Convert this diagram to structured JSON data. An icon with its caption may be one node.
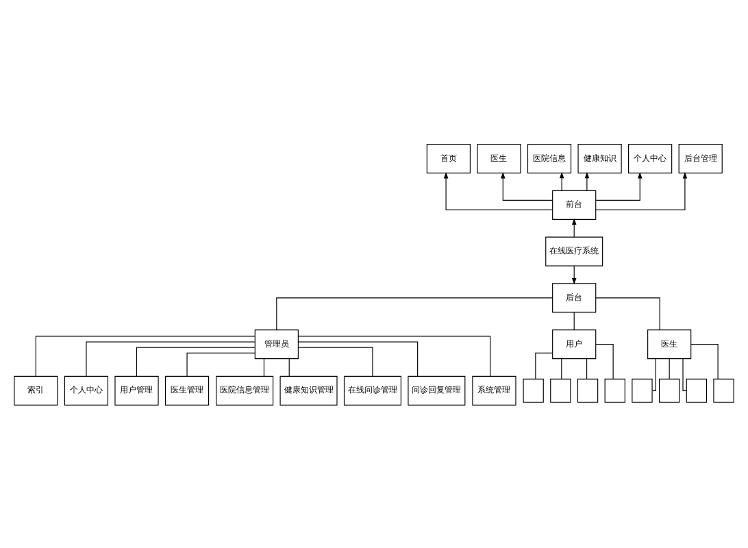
{
  "diagram": {
    "nodes": [
      {
        "text": [
          "首页"
        ]
      },
      {
        "text": [
          "医生"
        ]
      },
      {
        "text": [
          "医院信息"
        ]
      },
      {
        "text": [
          "健康知识"
        ]
      },
      {
        "text": [
          "个人中心"
        ]
      },
      {
        "text": [
          "后台管理"
        ]
      },
      {
        "text": [
          "前台"
        ]
      },
      {
        "text": [
          "在线医疗系统"
        ]
      },
      {
        "text": [
          "后台"
        ]
      },
      {
        "text": [
          "管理员"
        ]
      },
      {
        "text": [
          "索引"
        ]
      },
      {
        "text": [
          "个人中心"
        ]
      },
      {
        "text": [
          "用户管理"
        ]
      },
      {
        "text": [
          "医生管理"
        ]
      },
      {
        "text": [
          "医院信息管理"
        ]
      },
      {
        "text": [
          "健康知识管理"
        ]
      },
      {
        "text": [
          "在线问诊管理"
        ]
      },
      {
        "text": [
          "问诊回复管理"
        ]
      },
      {
        "text": [
          "系统管理"
        ]
      },
      {
        "text": [
          "用户"
        ]
      },
      {
        "text": [
          "医生"
        ]
      },
      {
        "text": [],
        "shape": "box"
      },
      {
        "text": [],
        "shape": "box"
      },
      {
        "text": [],
        "shape": "box"
      },
      {
        "text": [],
        "shape": "box"
      },
      {
        "text": [],
        "shape": "box"
      },
      {
        "text": [],
        "shape": "box"
      },
      {
        "text": [],
        "shape": "box"
      },
      {
        "text": [],
        "shape": "box"
      }
    ],
    "edges": [
      {
        "from": 6,
        "to": 0,
        "arrow": "to"
      },
      {
        "from": 6,
        "to": 1,
        "arrow": "to"
      },
      {
        "from": 6,
        "to": 2,
        "arrow": "to"
      },
      {
        "from": 6,
        "to": 3,
        "arrow": "to"
      },
      {
        "from": 6,
        "to": 4,
        "arrow": "to"
      },
      {
        "from": 6,
        "to": 5,
        "arrow": "to"
      },
      {
        "from": 7,
        "to": 6,
        "arrow": "to"
      },
      {
        "from": 7,
        "to": 8,
        "arrow": "to"
      },
      {
        "from": 8,
        "to": 9,
        "arrow": "none"
      },
      {
        "from": 8,
        "to": 19,
        "arrow": "none"
      },
      {
        "from": 8,
        "to": 20,
        "arrow": "none"
      },
      {
        "from": 9,
        "to": 10,
        "arrow": "none"
      },
      {
        "from": 9,
        "to": 11,
        "arrow": "none"
      },
      {
        "from": 9,
        "to": 12,
        "arrow": "none"
      },
      {
        "from": 9,
        "to": 13,
        "arrow": "none"
      },
      {
        "from": 9,
        "to": 14,
        "arrow": "none"
      },
      {
        "from": 9,
        "to": 15,
        "arrow": "none"
      },
      {
        "from": 9,
        "to": 16,
        "arrow": "none"
      },
      {
        "from": 9,
        "to": 17,
        "arrow": "none"
      },
      {
        "from": 9,
        "to": 18,
        "arrow": "none"
      },
      {
        "from": 19,
        "to": 21,
        "arrow": "none"
      },
      {
        "from": 19,
        "to": 22,
        "arrow": "none"
      },
      {
        "from": 19,
        "to": 23,
        "arrow": "none"
      },
      {
        "from": 19,
        "to": 24,
        "arrow": "none"
      },
      {
        "from": 20,
        "to": 25,
        "arrow": "none"
      },
      {
        "from": 20,
        "to": 26,
        "arrow": "none"
      },
      {
        "from": 20,
        "to": 27,
        "arrow": "none"
      },
      {
        "from": 20,
        "to": 28,
        "arrow": "none"
      }
    ]
  }
}
